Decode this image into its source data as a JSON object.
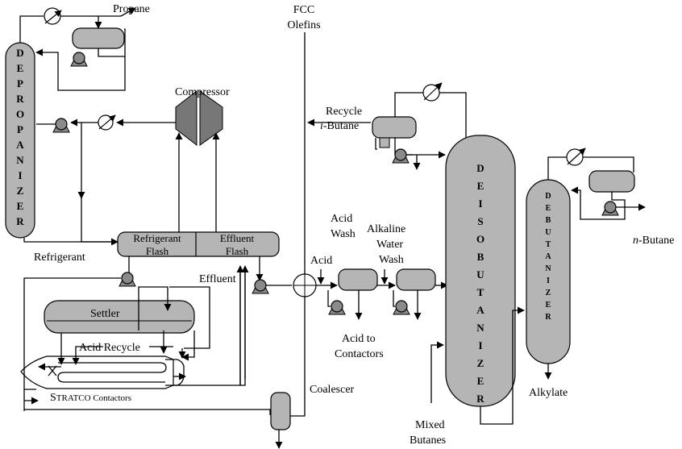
{
  "labels": {
    "propane": "Propane",
    "fcc_olefins_1": "FCC",
    "fcc_olefins_2": "Olefins",
    "compressor": "Compressor",
    "recycle_1": "Recycle",
    "recycle_2_i": "i",
    "recycle_2_rest": "-Butane",
    "refrigerant": "Refrigerant",
    "refrigerant_flash_1": "Refrigerant",
    "refrigerant_flash_2": "Flash",
    "effluent_flash_1": "Effluent",
    "effluent_flash_2": "Flash",
    "effluent": "Effluent",
    "settler": "Settler",
    "acid_recycle": "Acid Recycle",
    "stratco_s": "S",
    "stratco_rest": "TRATCO Contactors",
    "acid": "Acid",
    "acid_wash_1": "Acid",
    "acid_wash_2": "Wash",
    "alkaline_1": "Alkaline",
    "alkaline_2": "Water",
    "alkaline_3": "Wash",
    "acid_to_1": "Acid to",
    "acid_to_2": "Contactors",
    "coalescer": "Coalescer",
    "mixed_1": "Mixed",
    "mixed_2": "Butanes",
    "alkylate": "Alkylate",
    "nbutane_n": "n",
    "nbutane_rest": "-Butane"
  },
  "columns": {
    "depropanizer": [
      "D",
      "E",
      "P",
      "R",
      "O",
      "P",
      "A",
      "N",
      "I",
      "Z",
      "E",
      "R"
    ],
    "deisobutanizer": [
      "D",
      "E",
      "I",
      "S",
      "O",
      "B",
      "U",
      "T",
      "A",
      "N",
      "I",
      "Z",
      "E",
      "R"
    ],
    "debutanizer": [
      "D",
      "E",
      "B",
      "U",
      "T",
      "A",
      "N",
      "I",
      "Z",
      "E",
      "R"
    ]
  },
  "colors": {
    "vessel_fill": "#b5b5b5",
    "pump_fill": "#8a8a8a",
    "compressor_fill": "#777777",
    "line": "#000000"
  }
}
